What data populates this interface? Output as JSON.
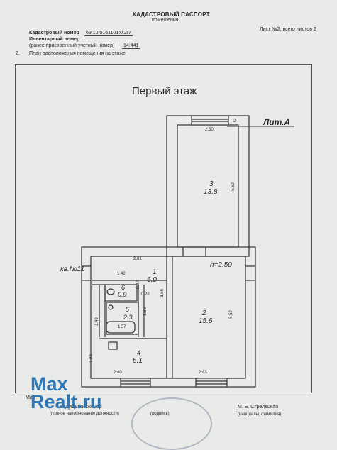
{
  "header": {
    "title": "КАДАСТРОВЫЙ ПАСПОРТ",
    "subtitle": "помещения",
    "sheet": "Лист №2, всего листов 2",
    "cadastral_label": "Кадастровый номер",
    "cadastral_value": "69:10:0161101:0:2/7",
    "inventory_label": "Инвентарный номер",
    "prev_label": "(ранее присвоенный учетный номер)",
    "prev_value": "14:441",
    "section_num": "2.",
    "section_text": "План расположения помещения на этаже"
  },
  "plan": {
    "floor_title": "Первый этаж",
    "lit": "Лит.А",
    "height": "h=2.50",
    "apt": "кв.№11",
    "rooms": [
      {
        "num": "3",
        "area": "13.8"
      },
      {
        "num": "1",
        "area": "6.0"
      },
      {
        "num": "6",
        "area": "0.9"
      },
      {
        "num": "5",
        "area": "2.3"
      },
      {
        "num": "2",
        "area": "15.6"
      },
      {
        "num": "4",
        "area": "5.1"
      }
    ],
    "dims": {
      "top": "2.50",
      "right_upper": "5.52",
      "left_mid": "2.81",
      "d142": "1.42",
      "d087": "0.87",
      "d028": "0.28",
      "d356": "3.56",
      "d165": "1.65",
      "d149": "1.49",
      "d157": "1.57",
      "right_lower": "5.52",
      "d183": "1.83",
      "bottom_left": "2.80",
      "bottom_right": "2.83",
      "win_small": "2"
    }
  },
  "signatures": {
    "left_title": "Ведущий инженер",
    "left_sub": "(полное наименование должности)",
    "left_sign": "(подпись)",
    "right_name": "М. Б. Стрелецкая",
    "right_sub": "(инициалы, фамилия)",
    "left_cut": "Мас"
  },
  "watermark": {
    "line1": "Max",
    "line2": "Realt.ru"
  }
}
